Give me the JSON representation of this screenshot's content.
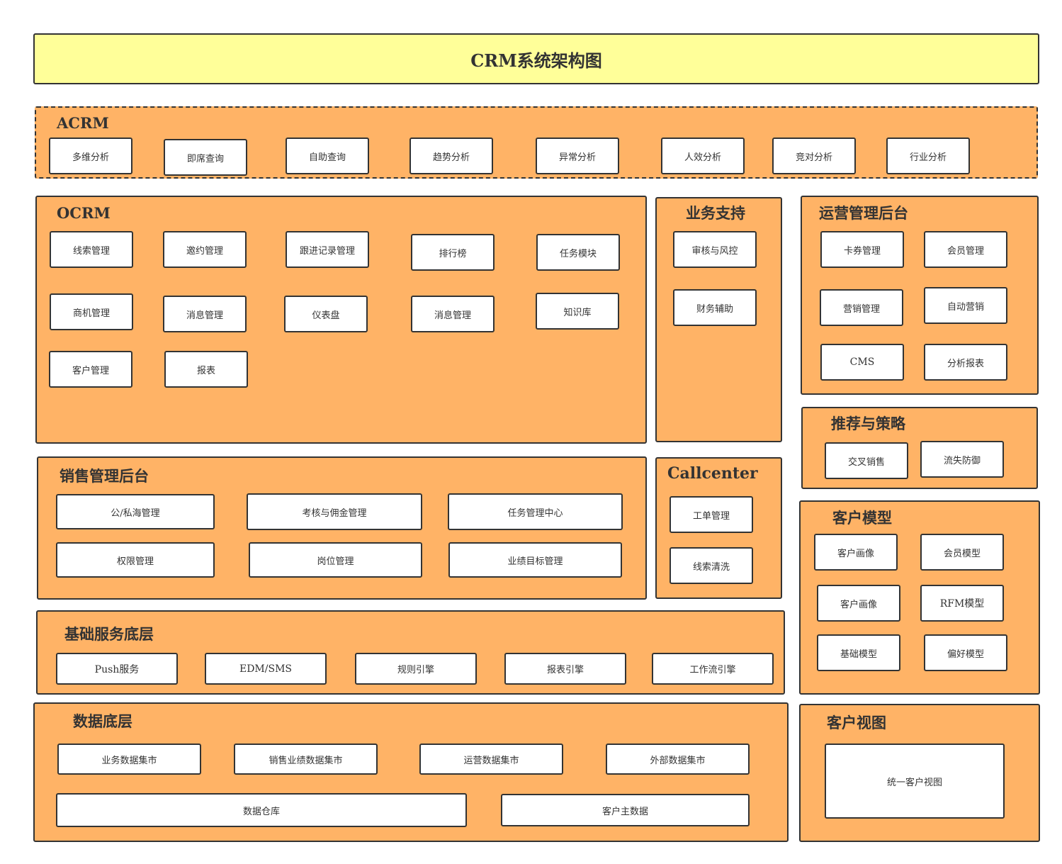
{
  "title": "CRM系统架构图",
  "acrm": {
    "label": "ACRM",
    "items": [
      "多维分析",
      "即席查询",
      "自助查询",
      "趋势分析",
      "异常分析",
      "人效分析",
      "竞对分析",
      "行业分析"
    ]
  },
  "ocrm": {
    "label": "OCRM",
    "items": [
      "线索管理",
      "邀约管理",
      "跟进记录管理",
      "排行榜",
      "任务模块",
      "商机管理",
      "消息管理",
      "仪表盘",
      "消息管理",
      "知识库",
      "客户管理",
      "报表"
    ]
  },
  "business_support": {
    "label": "业务支持",
    "items": [
      "审核与风控",
      "财务辅助"
    ]
  },
  "ops_admin": {
    "label": "运营管理后台",
    "items": [
      "卡券管理",
      "会员管理",
      "营销管理",
      "自动营销",
      "CMS",
      "分析报表"
    ]
  },
  "recommend": {
    "label": "推荐与策略",
    "items": [
      "交叉销售",
      "流失防御"
    ]
  },
  "sales_admin": {
    "label": "销售管理后台",
    "items": [
      "公/私海管理",
      "考核与佣金管理",
      "任务管理中心",
      "权限管理",
      "岗位管理",
      "业绩目标管理"
    ]
  },
  "callcenter": {
    "label": "Callcenter",
    "items": [
      "工单管理",
      "线索清洗"
    ]
  },
  "customer_model": {
    "label": "客户模型",
    "items": [
      "客户画像",
      "会员模型",
      "客户画像",
      "RFM模型",
      "基础模型",
      "偏好模型"
    ]
  },
  "base_service": {
    "label": "基础服务底层",
    "items": [
      "Push服务",
      "EDM/SMS",
      "规则引擎",
      "报表引擎",
      "工作流引擎"
    ]
  },
  "data_layer": {
    "label": "数据底层",
    "items": [
      "业务数据集市",
      "销售业绩数据集市",
      "运营数据集市",
      "外部数据集市",
      "数据仓库",
      "客户主数据"
    ]
  },
  "customer_view": {
    "label": "客户视图",
    "items": [
      "统一客户视图"
    ]
  },
  "colors": {
    "title_fill": "#ffff99",
    "group_fill": "#ffb366",
    "box_fill": "#ffffff",
    "stroke": "#333333"
  }
}
